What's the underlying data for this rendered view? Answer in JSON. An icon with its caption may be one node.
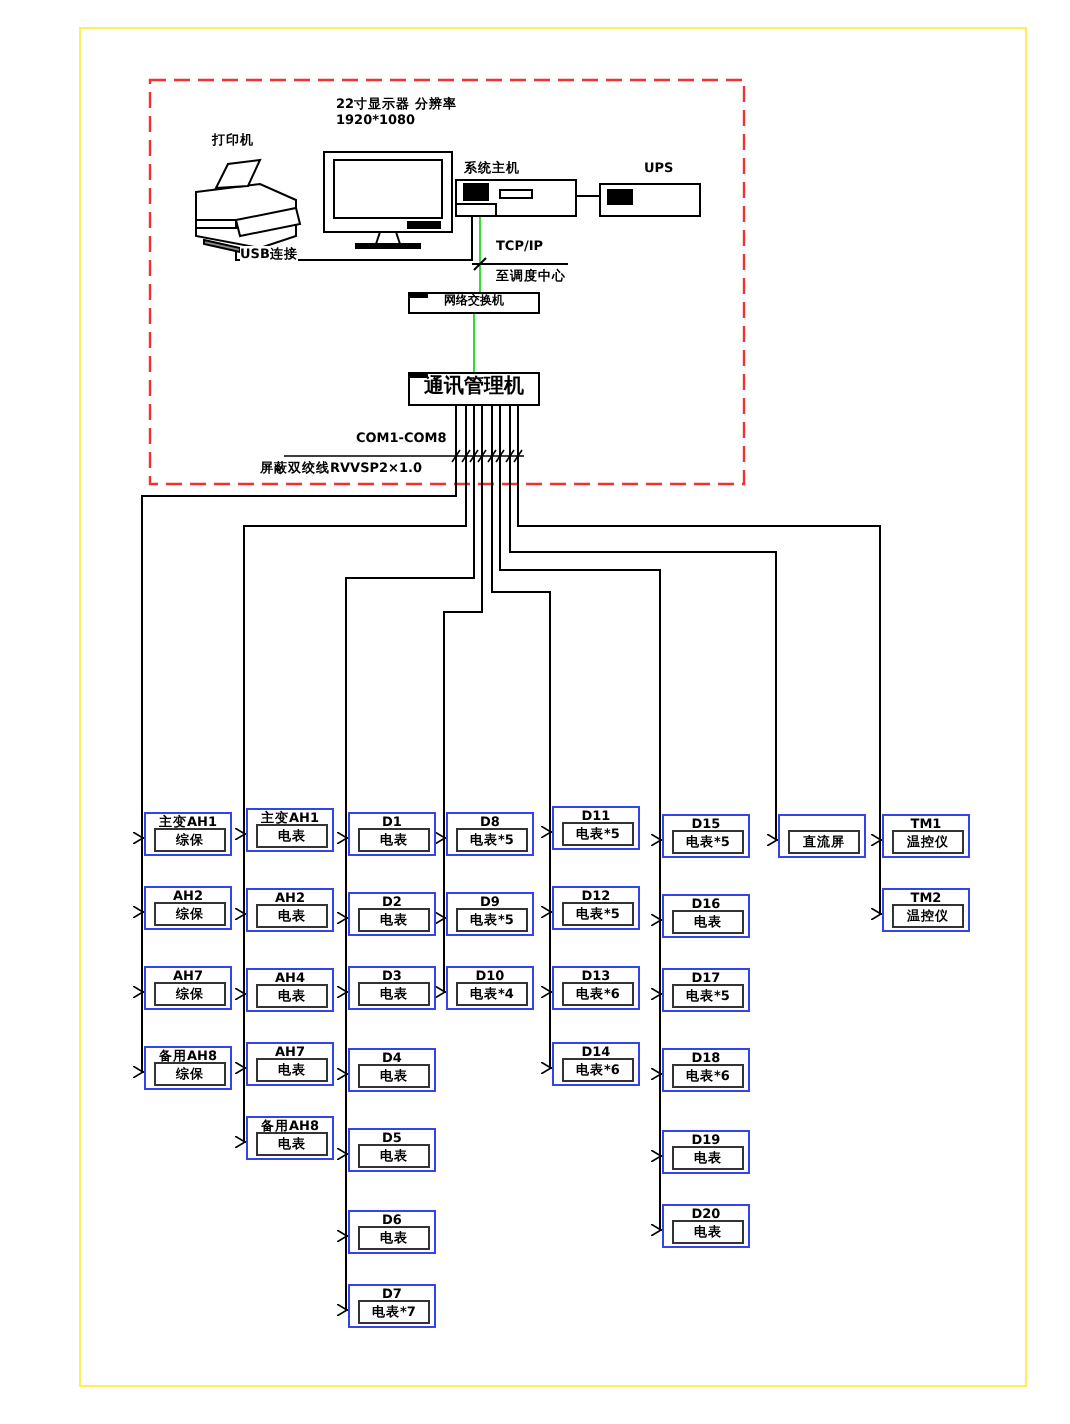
{
  "diagram": {
    "nodes": [
      {
        "text": [
          "打印机"
        ]
      },
      {
        "text": [
          "22寸显示器 分辨率1920*1080"
        ]
      },
      {
        "text": [
          "系统主机"
        ]
      },
      {
        "text": [
          "UPS"
        ]
      },
      {
        "text": [
          "网络交换机"
        ]
      },
      {
        "text": [
          "通讯管理机"
        ]
      },
      {
        "text": [
          "主变AH1",
          "综保"
        ]
      },
      {
        "text": [
          "AH2",
          "综保"
        ]
      },
      {
        "text": [
          "AH7",
          "综保"
        ]
      },
      {
        "text": [
          "备用AH8",
          "综保"
        ]
      },
      {
        "text": [
          "主变AH1",
          "电表"
        ]
      },
      {
        "text": [
          "AH2",
          "电表"
        ]
      },
      {
        "text": [
          "AH4",
          "电表"
        ]
      },
      {
        "text": [
          "AH7",
          "电表"
        ]
      },
      {
        "text": [
          "备用AH8",
          "电表"
        ]
      },
      {
        "text": [
          "D1",
          "电表"
        ]
      },
      {
        "text": [
          "D2",
          "电表"
        ]
      },
      {
        "text": [
          "D3",
          "电表"
        ]
      },
      {
        "text": [
          "D4",
          "电表"
        ]
      },
      {
        "text": [
          "D5",
          "电表"
        ]
      },
      {
        "text": [
          "D6",
          "电表"
        ]
      },
      {
        "text": [
          "D7",
          "电表*7"
        ]
      },
      {
        "text": [
          "D8",
          "电表*5"
        ]
      },
      {
        "text": [
          "D9",
          "电表*5"
        ]
      },
      {
        "text": [
          "D10",
          "电表*4"
        ]
      },
      {
        "text": [
          "D11",
          "电表*5"
        ]
      },
      {
        "text": [
          "D12",
          "电表*5"
        ]
      },
      {
        "text": [
          "D13",
          "电表*6"
        ]
      },
      {
        "text": [
          "D14",
          "电表*6"
        ]
      },
      {
        "text": [
          "D15",
          "电表*5"
        ]
      },
      {
        "text": [
          "D16",
          "电表"
        ]
      },
      {
        "text": [
          "D17",
          "电表*5"
        ]
      },
      {
        "text": [
          "D18",
          "电表*6"
        ]
      },
      {
        "text": [
          "D19",
          "电表"
        ]
      },
      {
        "text": [
          "D20",
          "电表"
        ]
      },
      {
        "text": [
          "直流屏"
        ]
      },
      {
        "text": [
          "TM1",
          "温控仪"
        ]
      },
      {
        "text": [
          "TM2",
          "温控仪"
        ]
      }
    ],
    "edges": [
      {
        "from": 0,
        "to": 2,
        "arrow": "none",
        "label": "USB连接"
      },
      {
        "from": 2,
        "to": 3,
        "arrow": "none"
      },
      {
        "from": 2,
        "to": 4,
        "arrow": "none",
        "color": "#33dd33"
      },
      {
        "from": 4,
        "to": 5,
        "arrow": "none",
        "color": "#33dd33"
      },
      {
        "from": 5,
        "to": 6,
        "arrow": "to"
      },
      {
        "from": 5,
        "to": 7,
        "arrow": "to"
      },
      {
        "from": 5,
        "to": 8,
        "arrow": "to"
      },
      {
        "from": 5,
        "to": 9,
        "arrow": "to"
      },
      {
        "from": 5,
        "to": 10,
        "arrow": "to"
      },
      {
        "from": 5,
        "to": 11,
        "arrow": "to"
      },
      {
        "from": 5,
        "to": 12,
        "arrow": "to"
      },
      {
        "from": 5,
        "to": 13,
        "arrow": "to"
      },
      {
        "from": 5,
        "to": 14,
        "arrow": "to"
      },
      {
        "from": 5,
        "to": 15,
        "arrow": "to"
      },
      {
        "from": 5,
        "to": 16,
        "arrow": "to"
      },
      {
        "from": 5,
        "to": 17,
        "arrow": "to"
      },
      {
        "from": 5,
        "to": 18,
        "arrow": "to"
      },
      {
        "from": 5,
        "to": 19,
        "arrow": "to"
      },
      {
        "from": 5,
        "to": 20,
        "arrow": "to"
      },
      {
        "from": 5,
        "to": 21,
        "arrow": "to"
      },
      {
        "from": 5,
        "to": 22,
        "arrow": "to"
      },
      {
        "from": 5,
        "to": 23,
        "arrow": "to"
      },
      {
        "from": 5,
        "to": 24,
        "arrow": "to"
      },
      {
        "from": 5,
        "to": 25,
        "arrow": "to"
      },
      {
        "from": 5,
        "to": 26,
        "arrow": "to"
      },
      {
        "from": 5,
        "to": 27,
        "arrow": "to"
      },
      {
        "from": 5,
        "to": 28,
        "arrow": "to"
      },
      {
        "from": 5,
        "to": 29,
        "arrow": "to"
      },
      {
        "from": 5,
        "to": 30,
        "arrow": "to"
      },
      {
        "from": 5,
        "to": 31,
        "arrow": "to"
      },
      {
        "from": 5,
        "to": 32,
        "arrow": "to"
      },
      {
        "from": 5,
        "to": 33,
        "arrow": "to"
      },
      {
        "from": 5,
        "to": 34,
        "arrow": "to"
      },
      {
        "from": 5,
        "to": 35,
        "arrow": "to"
      },
      {
        "from": 5,
        "to": 36,
        "arrow": "to"
      },
      {
        "from": 5,
        "to": 37,
        "arrow": "to"
      }
    ],
    "labels": [
      "TCP/IP",
      "至调度中心",
      "COM1-COM8",
      "屏蔽双绞线RVVSP2×1.0"
    ]
  }
}
